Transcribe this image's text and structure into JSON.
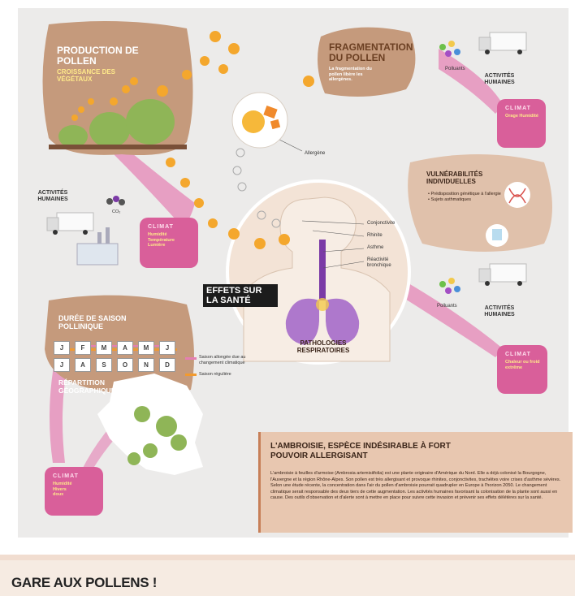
{
  "production": {
    "title": "PRODUCTION DE POLLEN",
    "subtitle": "CROISSANCE DES VÉGÉTAUX"
  },
  "fragmentation": {
    "title": "FRAGMENTATION DU POLLEN",
    "desc": "La fragmentation du pollen libère les allergènes."
  },
  "allergene_label": "Allergène",
  "polluants_label": "Polluants",
  "activites_label": "ACTIVITÉS HUMAINES",
  "co2_label": "CO₂",
  "climat_label": "CLIMAT",
  "climat_top_right": "Orage Humidité",
  "climat_left": "Humidité Température Lumière",
  "climat_bottom_right": "Chaleur ou froid extrême",
  "climat_bottom_left": "Humidité Hivers doux",
  "vulnerabilites": {
    "title": "VULNÉRABILITÉS INDIVIDUELLES",
    "items": [
      "Prédisposition génétique à l'allergie",
      "Sujets asthmatiques"
    ]
  },
  "body_labels": [
    "Conjonctivite",
    "Rhinite",
    "Asthme",
    "Réactivité bronchique"
  ],
  "effets_title": "EFFETS SUR LA SANTÉ",
  "pathologies_title": "PATHOLOGIES RESPIRATOIRES",
  "saison": {
    "title": "DURÉE DE SAISON POLLINIQUE",
    "months_row1": [
      "J",
      "F",
      "M",
      "A",
      "M",
      "J"
    ],
    "months_row2": [
      "J",
      "A",
      "S",
      "O",
      "N",
      "D"
    ],
    "legend_pink": "Saison allongée due au changement climatique",
    "legend_orange": "Saison régulière"
  },
  "repartition_title": "RÉPARTITION GÉOGRAPHIQUE",
  "ambroisie": {
    "title": "L'AMBROISIE, ESPÈCE INDÉSIRABLE À FORT POUVOIR ALLERGISANT",
    "body": "L'ambroisie à feuilles d'armoise (Ambrosia artemisiifolia) est une plante originaire d'Amérique du Nord. Elle a déjà colonisé la Bourgogne, l'Auvergne et la région Rhône-Alpes. Son pollen est très allergisant et provoque rhinites, conjonctivites, trachéites voire crises d'asthme sévères. Selon une étude récente, la concentration dans l'air du pollen d'ambroisie pourrait quadrupler en Europe à l'horizon 2050. Le changement climatique serait responsable des deux tiers de cette augmentation. Les activités humaines favorisant la colonisation de la plante sont aussi en cause. Des outils d'observation et d'alerte sont à mettre en place pour suivre cette invasion et prévenir ses effets délétères sur la santé."
  },
  "footer_title": "GARE AUX POLLENS !",
  "colors": {
    "brown": "#c59a7c",
    "pink": "#d95f9a",
    "orange": "#f29a2e",
    "yellow": "#f7d24a"
  }
}
